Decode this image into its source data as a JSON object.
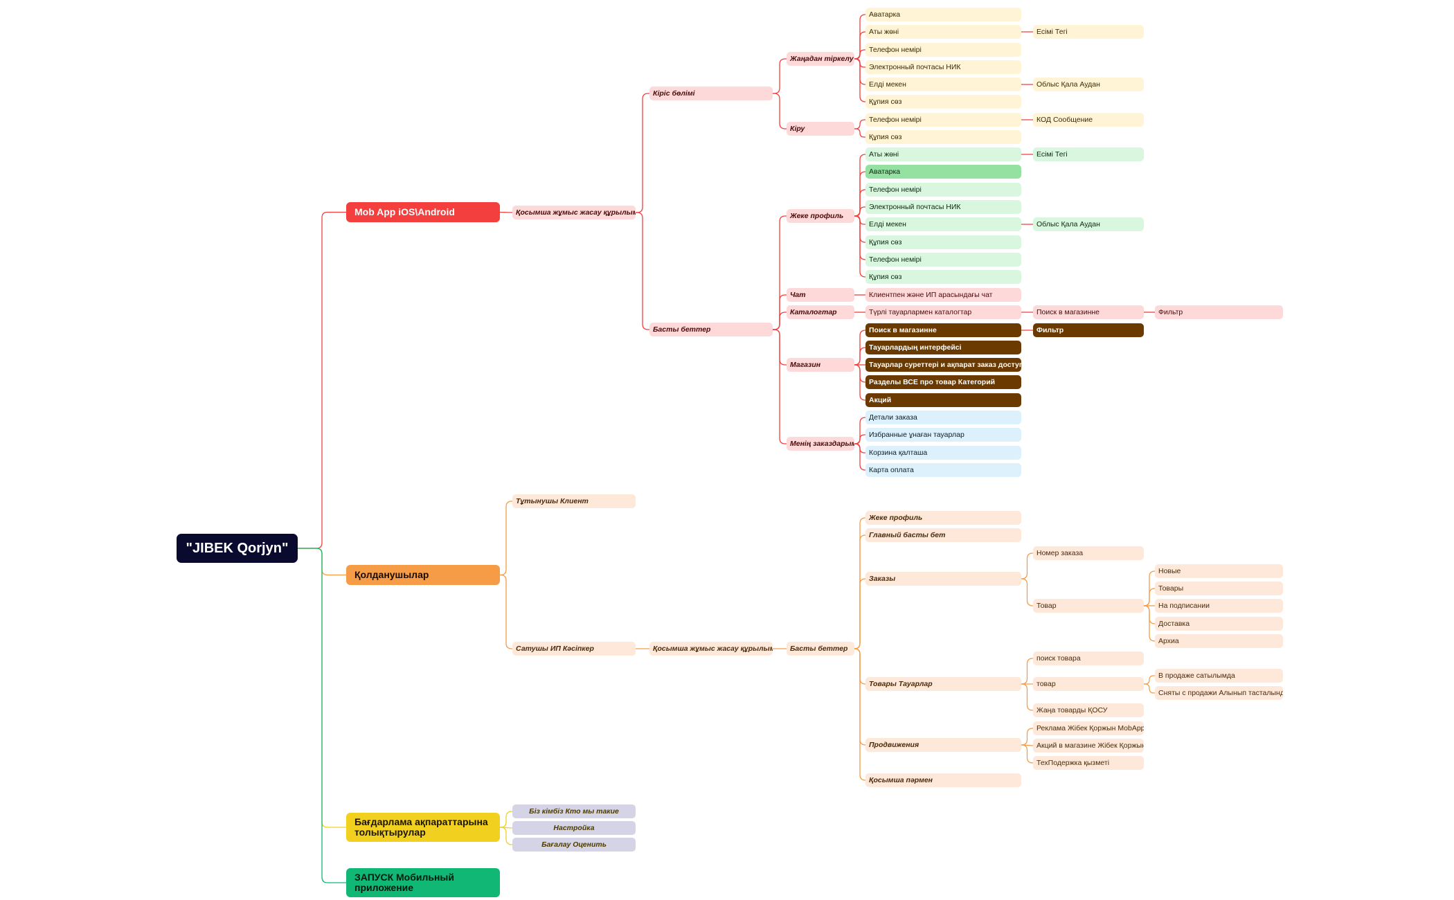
{
  "colors": {
    "red": "#f43f3f",
    "orange": "#f69c47",
    "yellow": "#f2d020",
    "green": "#10b775",
    "pink_fill": "#fdd9d9",
    "yellow_fill": "#fff5d6",
    "green_fill": "#d9f6df",
    "green_strong": "#95e1a1",
    "brown": "#6b3a00",
    "blue_fill": "#ddf1fd",
    "peach_fill": "#fde8da",
    "lavender_fill": "#d4d4e6"
  },
  "mindmap": {
    "root": "\"JIBEK Qorjyn\"",
    "branches": {
      "mob_app": "Mob App iOS\\Android",
      "users": "Қолданушылар",
      "info": "Бағдарлама ақпараттарына толықтырулар",
      "launch": "ЗАПУСК Мобильный приложение"
    },
    "mob": {
      "structure": "Қосымша жұмыс жасау құрылымы",
      "entry": "Кіріс бөлімі",
      "main_pages": "Басты беттер",
      "register": "Жаңадан тіркелу",
      "login": "Кіру",
      "reg_items": [
        "Аватарка",
        "Аты жөні",
        "Телефон немірі",
        "Электронный почтасы НИК",
        "Елді мекен",
        "Құпия сөз"
      ],
      "reg_sub": [
        "Есімі Тегі",
        "Облыс Қала Аудан"
      ],
      "login_items": [
        "Телефон немірі",
        "Құпия сөз"
      ],
      "login_sub": "КОД Сообщение",
      "profile": "Жеке профиль",
      "profile_items": [
        "Аты жөні",
        "Аватарка",
        "Телефон немірі",
        "Электронный почтасы НИК",
        "Елді мекен",
        "Құпия сөз",
        "Телефон немірі",
        "Құпия сөз"
      ],
      "profile_sub": [
        "Есімі Тегі",
        "Облыс Қала Аудан"
      ],
      "chat": "Чат",
      "chat_item": "Клиентпен және ИП арасындағы чат",
      "catalogs": "Каталогтар",
      "catalog_item": "Түрлі тауарлармен каталогтар",
      "catalog_sub": "Поиск в магазинне",
      "catalog_sub2": "Фильтр",
      "shop": "Магазин",
      "shop_items": [
        "Поиск в магазинне",
        "Тауарлардың интерфейсі",
        "Тауарлар суреттері и ақпарат заказ доступ",
        "Разделы ВСЕ про товар Категорий",
        "Акций"
      ],
      "shop_sub": "Фильтр",
      "orders": "Менің заказдарым",
      "order_items": [
        "Детали заказа",
        "Избранные ұнаған тауарлар",
        "Корзина қалташа",
        "Карта оплата"
      ]
    },
    "users": {
      "client": "Тұтынушы Клиент",
      "seller": "Сатушы ИП Кәсіпкер",
      "structure": "Қосымша жұмыс жасау құрылымы",
      "main_pages": "Басты беттер",
      "pages": [
        "Жеке профиль",
        "Главный басты бет",
        "Заказы",
        "Товары Тауарлар",
        "Продвижения",
        "Қосымша пәрмен"
      ],
      "orders_sub": [
        "Номер заказа",
        "Товар"
      ],
      "goods_status": [
        "Новые",
        "Товары",
        "На подписании",
        "Доставка",
        "Архиа"
      ],
      "products_sub": [
        "поиск товара",
        "товар",
        "Жаңа товарды ҚОСУ"
      ],
      "product_sale": [
        "В продаже сатылымда",
        "Сняты с продажи Алынып тасталынды"
      ],
      "promo_sub": [
        "Реклама Жібек Қоржын MobApp",
        "Акций в магазине Жібек Қоржын",
        "ТехПодержка қызметі"
      ]
    },
    "info": {
      "items": [
        "Біз кімбіз Кто мы такие",
        "Настройка",
        "Бағалау Оценить"
      ]
    }
  }
}
